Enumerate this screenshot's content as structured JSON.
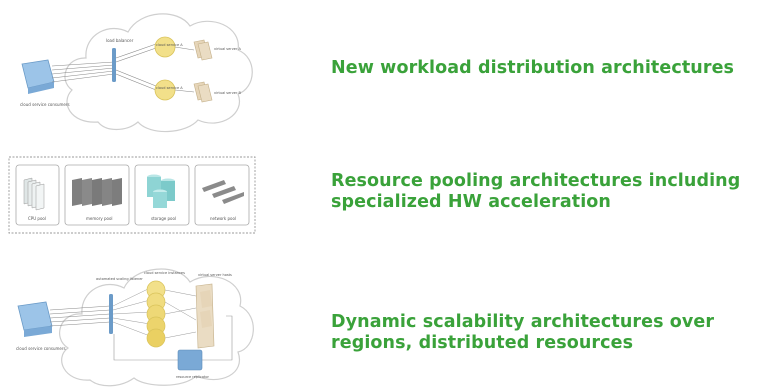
{
  "rows": [
    {
      "title": "New workload distribution architectures",
      "diagram": {
        "labels": [
          "load balancer",
          "cloud service A",
          "cloud service A",
          "virtual server A",
          "virtual server B",
          "cloud service consumers"
        ]
      }
    },
    {
      "title": "Resource pooling architectures including\nspecialized HW acceleration",
      "diagram": {
        "labels": [
          "CPU pool",
          "memory pool",
          "storage pool",
          "network pool"
        ]
      }
    },
    {
      "title": "Dynamic scalability architectures over\nregions, distributed resources",
      "diagram": {
        "labels": [
          "automated scaling listener",
          "cloud service instances",
          "virtual server hosts",
          "resource replicator",
          "cloud service consumers"
        ]
      }
    }
  ],
  "colors": {
    "title_green": "#3aa23a",
    "consumer_blue": "#9cc4e8",
    "service_yellow": "#f2e08a",
    "server_tan": "#e6d5b8",
    "storage_teal": "#8ed4d4"
  }
}
